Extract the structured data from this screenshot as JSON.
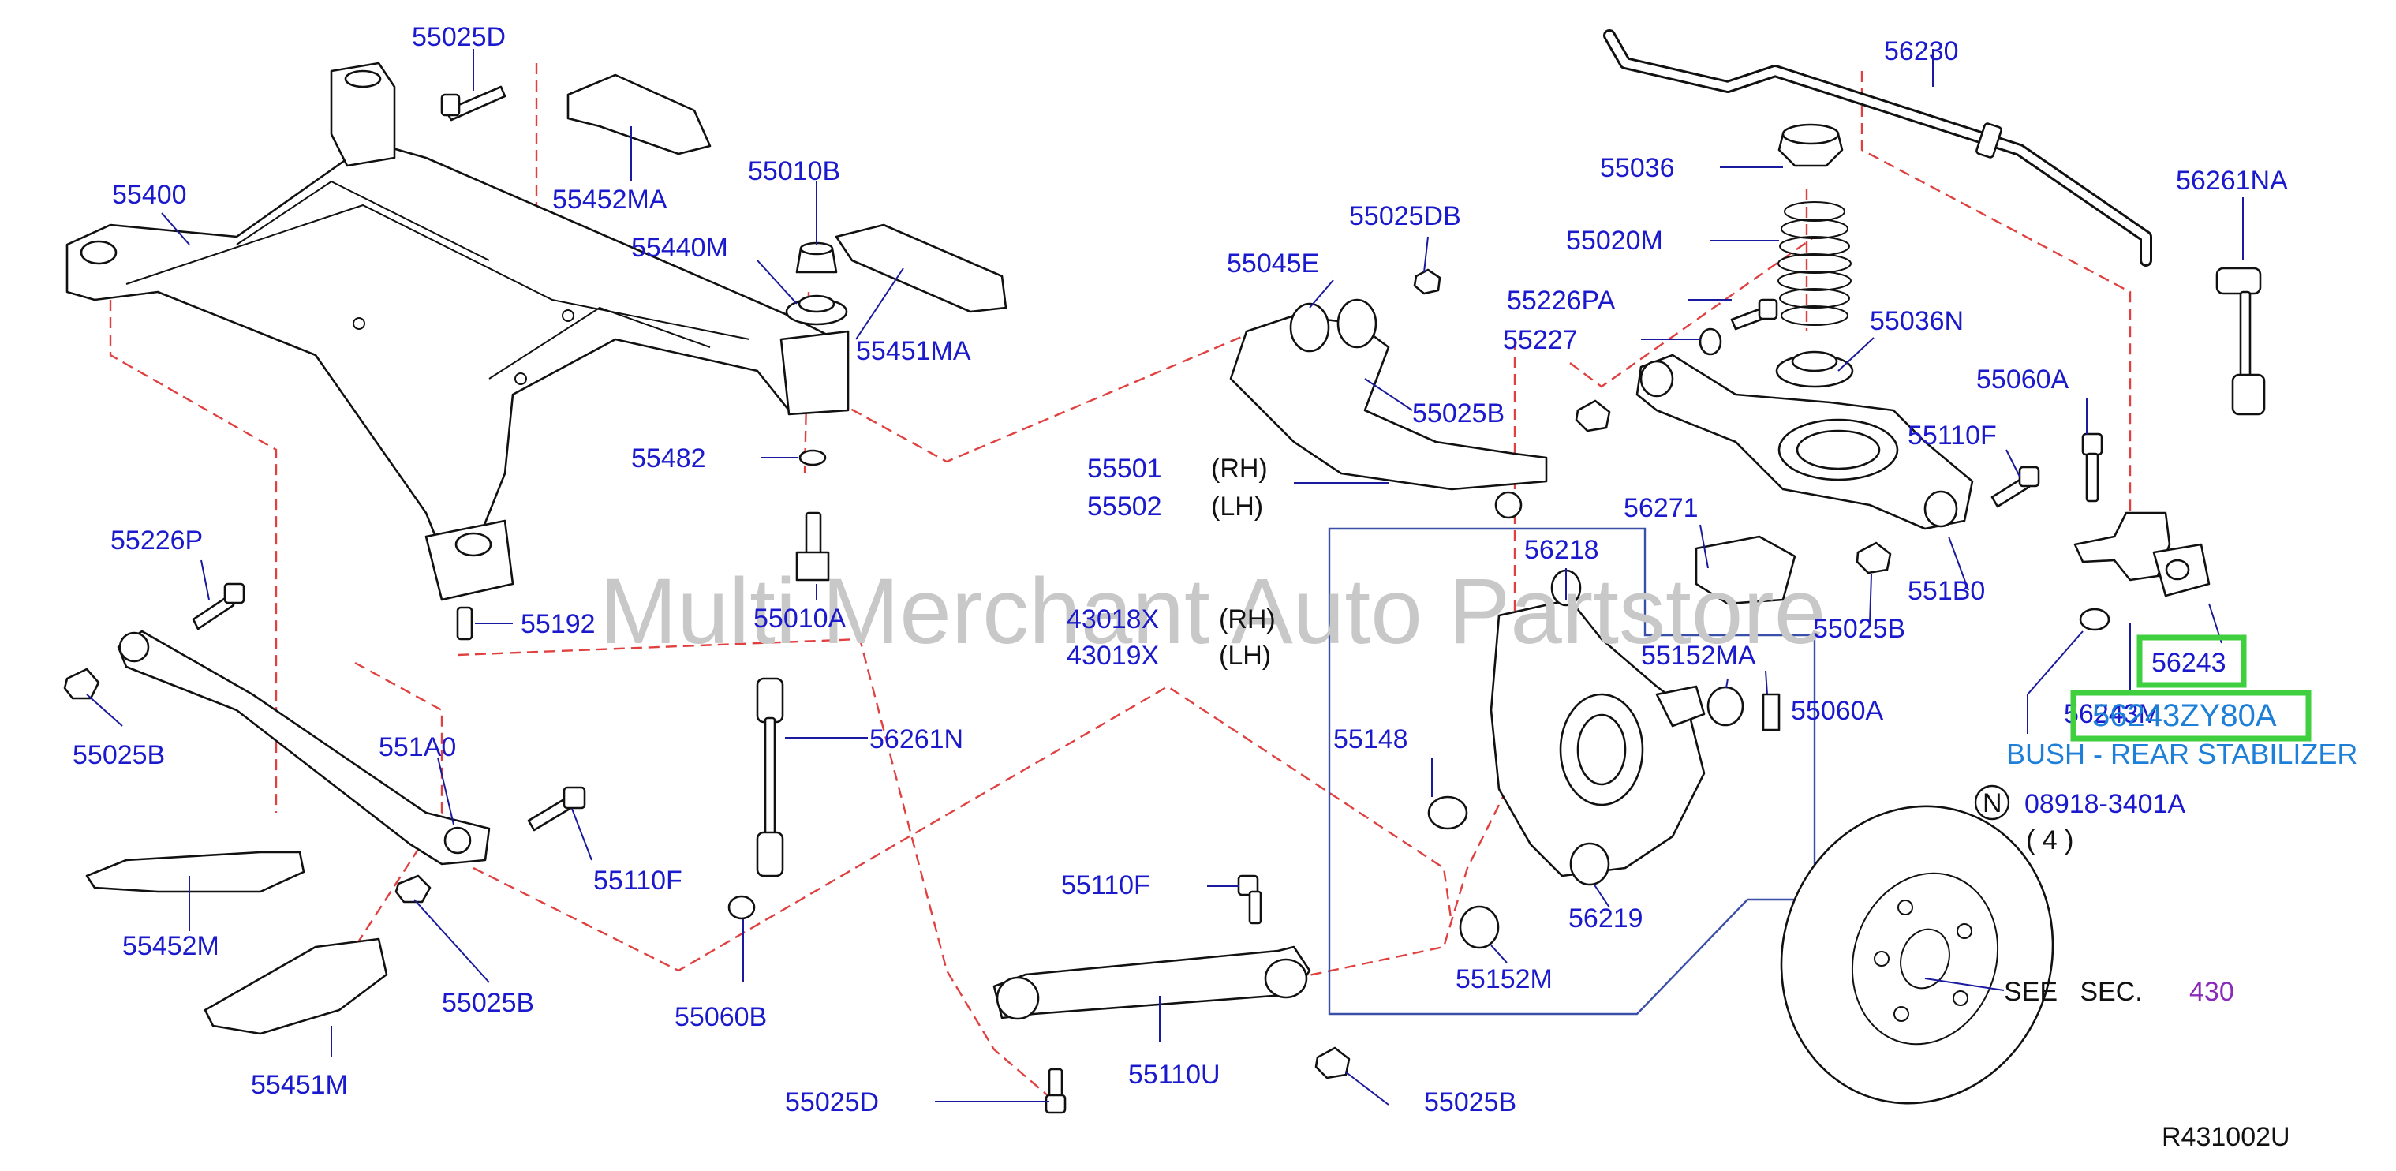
{
  "diagram": {
    "watermark": "Multi Merchant Auto Partstore",
    "figure_code": "R431002U",
    "colors": {
      "part_number": "#1a1acc",
      "leader": "#1a1a9e",
      "dashed_line": "#e0403f",
      "highlight_box": "#3fcf3f",
      "highlight_text": "#1e7fd8",
      "section_ref": "#8a2ab8",
      "watermark": "#c8c8c8"
    },
    "highlight": {
      "part_number": "56243",
      "replacement": "56243ZY80A",
      "overlapped_text": "56243M",
      "description": "BUSH - REAR STABILIZER"
    },
    "note": {
      "symbol": "N",
      "number": "08918-3401A",
      "quantity": "( 4 )"
    },
    "see_section": {
      "text": "SEE   SEC.",
      "section": "430"
    },
    "sides": {
      "rh": "(RH)",
      "lh": "(LH)"
    },
    "labels": {
      "p55025D_top": "55025D",
      "p55400": "55400",
      "p55452MA": "55452MA",
      "p55010B": "55010B",
      "p55440M": "55440M",
      "p55451MA": "55451MA",
      "p55482": "55482",
      "p55226P": "55226P",
      "p55192": "55192",
      "p55010A": "55010A",
      "p55025B_left": "55025B",
      "p551A0": "551A0",
      "p55110F_left": "55110F",
      "p55452M": "55452M",
      "p55025B_lower": "55025B",
      "p55451M": "55451M",
      "p56261N": "56261N",
      "p55060B": "55060B",
      "p55025DB": "55025DB",
      "p55045E": "55045E",
      "p55025B_mid": "55025B",
      "p55501": "55501",
      "p55502": "55502",
      "p43018X": "43018X",
      "p43019X": "43019X",
      "p56218": "56218",
      "p56271": "56271",
      "p55152MA": "55152MA",
      "p55148": "55148",
      "p56219": "56219",
      "p55152M": "55152M",
      "p55110F_mid": "55110F",
      "p55110U": "55110U",
      "p55025D_bottom": "55025D",
      "p55025B_bottom": "55025B",
      "p56230": "56230",
      "p55036": "55036",
      "p55020M": "55020M",
      "p55226PA": "55226PA",
      "p55227": "55227",
      "p55036N": "55036N",
      "p56261NA": "56261NA",
      "p55060A_top": "55060A",
      "p55110F_right": "55110F",
      "p551B0": "551B0",
      "p55025B_right": "55025B",
      "p55060A_mid": "55060A"
    }
  }
}
